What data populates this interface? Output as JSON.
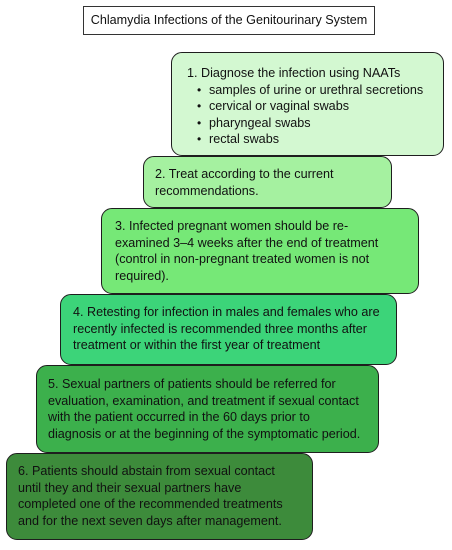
{
  "title": "Chlamydia Infections of the Genitourinary System",
  "steps": [
    {
      "lines": [
        "1. Diagnose the infection using NAATs"
      ],
      "bullets": [
        "samples of urine or urethral secretions",
        "cervical or vaginal swabs",
        "pharyngeal swabs",
        "rectal swabs"
      ]
    },
    {
      "lines": [
        "2. Treat according to the current",
        "recommendations."
      ]
    },
    {
      "lines": [
        "3. Infected pregnant women should be re-",
        "examined 3–4 weeks after the end of treatment",
        "(control in non-pregnant treated women is not",
        "required)."
      ]
    },
    {
      "lines": [
        "4. Retesting for infection in males and females who are",
        "recently infected is recommended three months after",
        "treatment or within the first year of treatment"
      ]
    },
    {
      "lines": [
        "5. Sexual partners of patients should be referred for",
        "evaluation, examination, and treatment if sexual contact",
        "with the patient occurred in the 60 days prior to",
        "diagnosis or at the beginning of the symptomatic period."
      ]
    },
    {
      "lines": [
        "6. Patients should abstain from sexual contact",
        "until they and their sexual partners have",
        "completed one of the recommended treatments",
        "and for the next seven days after management."
      ]
    }
  ]
}
